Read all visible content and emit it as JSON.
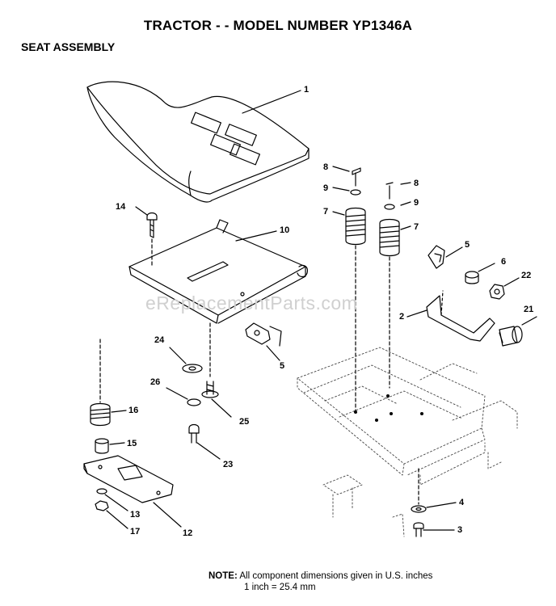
{
  "header": {
    "title": "TRACTOR - - MODEL NUMBER YP1346A",
    "subtitle": "SEAT ASSEMBLY"
  },
  "watermark": "eReplacementParts.com",
  "callouts": {
    "c1": "1",
    "c8a": "8",
    "c9a": "9",
    "c7a": "7",
    "c8b": "8",
    "c9b": "9",
    "c7b": "7",
    "c14": "14",
    "c10": "10",
    "c5a": "5",
    "c6": "6",
    "c22": "22",
    "c2": "2",
    "c21": "21",
    "c24": "24",
    "c5b": "5",
    "c26": "26",
    "c25": "25",
    "c16": "16",
    "c15": "15",
    "c23": "23",
    "c13": "13",
    "c17": "17",
    "c12": "12",
    "c4": "4",
    "c3": "3"
  },
  "note": {
    "label": "NOTE:",
    "line1": "All component dimensions given in U.S. inches",
    "line2": "1 inch = 25.4 mm"
  },
  "colors": {
    "ink": "#000000",
    "watermark": "#d0d0d0",
    "background": "#ffffff"
  }
}
